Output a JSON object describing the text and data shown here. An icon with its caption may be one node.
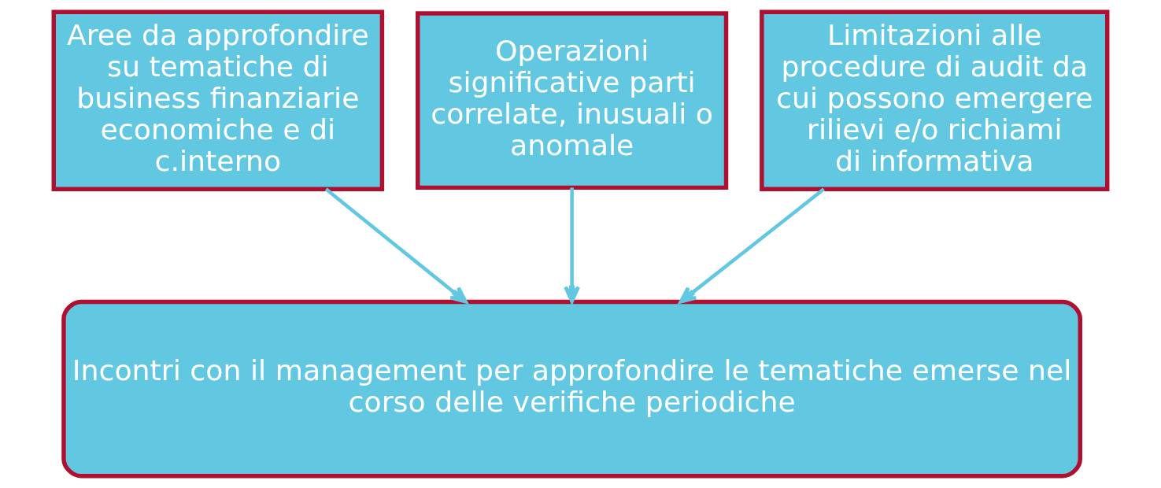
{
  "diagram": {
    "nodes": [
      {
        "text": [
          "Aree da approfondire su tematiche di business finanziarie economiche e di c.interno"
        ]
      },
      {
        "text": [
          "Operazioni significative parti correlate, inusuali o anomale"
        ]
      },
      {
        "text": [
          "Limitazioni alle procedure di audit da cui possono emergere rilievi e/o richiami di informativa"
        ]
      },
      {
        "text": [
          "Incontri con il management per approfondire le tematiche emerse nel corso delle verifiche periodiche"
        ]
      }
    ],
    "edges": [
      {
        "from": 0,
        "to": 3,
        "arrow": "to"
      },
      {
        "from": 1,
        "to": 3,
        "arrow": "to"
      },
      {
        "from": 2,
        "to": 3,
        "arrow": "to"
      }
    ]
  }
}
